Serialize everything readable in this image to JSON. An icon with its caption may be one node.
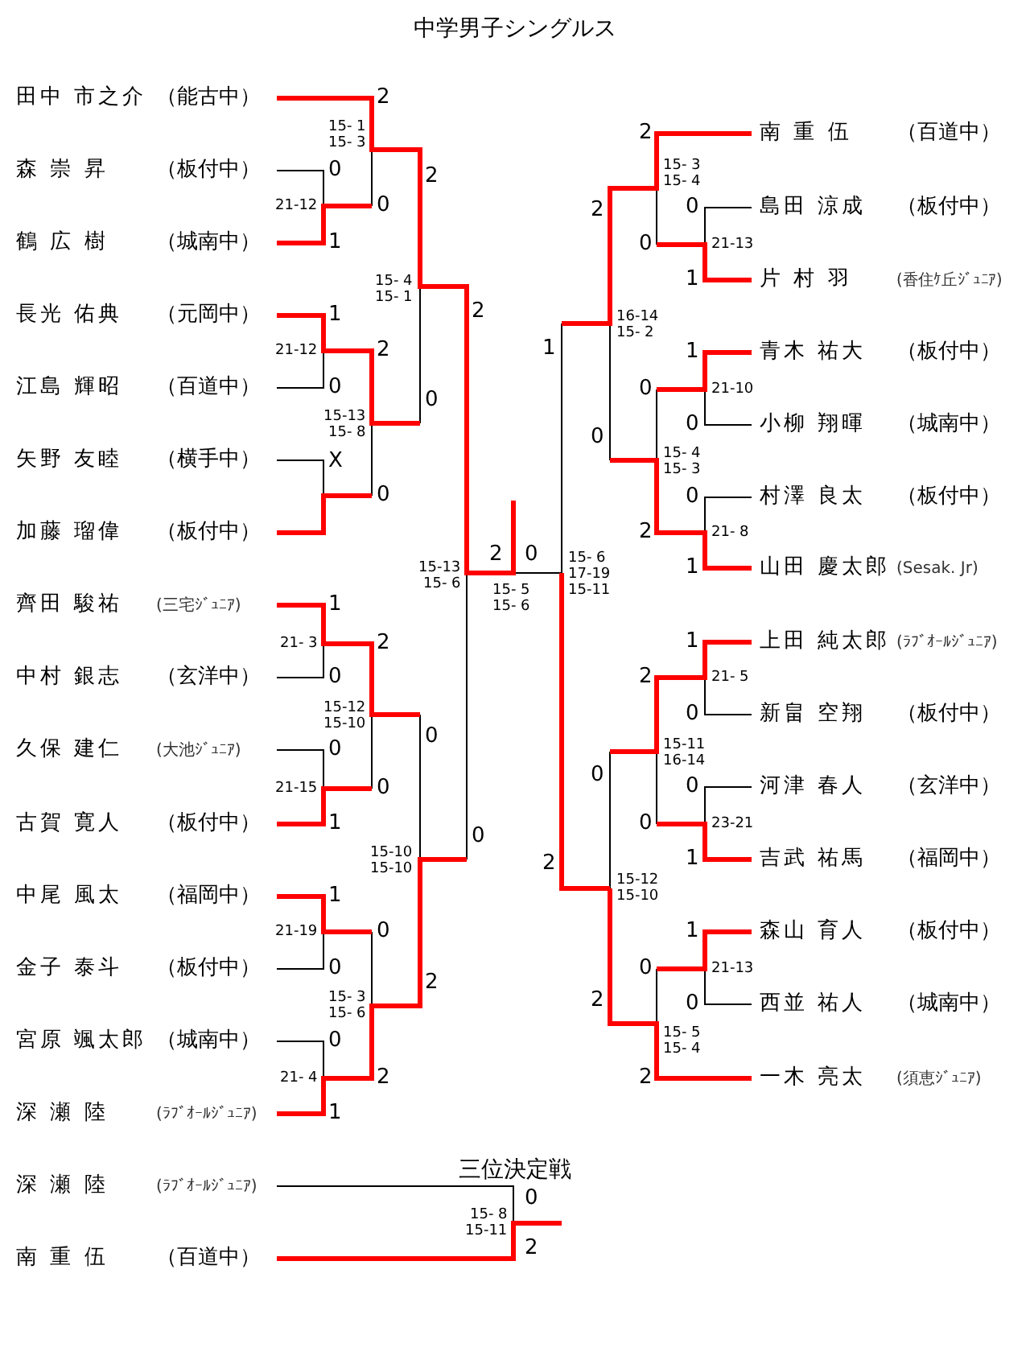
{
  "diagram": {
    "title": "中学男子シングルス",
    "labels": [
      "田中 市之介",
      "（能古中）",
      "森 崇 昇",
      "（板付中）",
      "鶴 広 樹",
      "（城南中）",
      "長光 佑典",
      "（元岡中）",
      "江島 輝昭",
      "（百道中）",
      "矢野 友睦",
      "（横手中）",
      "加藤 瑠偉",
      "（板付中）",
      "齊田 駿祐",
      "(三宅ｼﾞｭﾆｱ)",
      "中村 銀志",
      "（玄洋中）",
      "久保 建仁",
      "(大池ｼﾞｭﾆｱ)",
      "古賀 寛人",
      "（板付中）",
      "中尾 風太",
      "（福岡中）",
      "金子 泰斗",
      "（板付中）",
      "宮原 颯太郎",
      "（城南中）",
      "深 瀬 陸",
      "(ﾗﾌﾞｵｰﾙｼﾞｭﾆｱ)",
      "南 重 伍",
      "（百道中）",
      "島田 涼成",
      "（板付中）",
      "片 村 羽",
      "(香住ｹ丘ｼﾞｭﾆｱ)",
      "青木 祐大",
      "（板付中）",
      "小柳 翔暉",
      "（城南中）",
      "村澤 良太",
      "（板付中）",
      "山田 慶太郎",
      "(Sesak. Jr)",
      "上田 純太郎",
      "(ﾗﾌﾞｵｰﾙｼﾞｭﾆｱ)",
      "新畠 空翔",
      "（板付中）",
      "河津 春人",
      "（玄洋中）",
      "吉武 祐馬",
      "（福岡中）",
      "森山 育人",
      "（板付中）",
      "西並 祐人",
      "（城南中）",
      "一木 亮太",
      "(須恵ｼﾞｭﾆｱ)",
      "三位決定戦",
      "深 瀬 陸",
      "(ﾗﾌﾞｵｰﾙｼﾞｭﾆｱ)",
      "南 重 伍",
      "（百道中）",
      "2",
      "15- 1",
      "15- 3",
      "0",
      "21-12",
      "0",
      "1",
      "2",
      "15- 4",
      "15- 1",
      "1",
      "21-12",
      "2",
      "0",
      "0",
      "15-13",
      "15- 8",
      "X",
      "0",
      "2",
      "15-13",
      "15- 6",
      "1",
      "21- 3",
      "2",
      "0",
      "15-12",
      "15-10",
      "0",
      "0",
      "21-15",
      "0",
      "1",
      "0",
      "15-10",
      "15-10",
      "1",
      "21-19",
      "0",
      "0",
      "2",
      "15- 3",
      "15- 6",
      "0",
      "21- 4",
      "2",
      "1",
      "2",
      "0",
      "15- 5",
      "15- 6",
      "2",
      "15- 3",
      "15- 4",
      "2",
      "0",
      "0",
      "21-13",
      "1",
      "16-14",
      "15- 2",
      "1",
      "1",
      "0",
      "21-10",
      "0",
      "0",
      "15- 4",
      "15- 3",
      "0",
      "2",
      "21- 8",
      "15- 6",
      "17-19",
      "15-11",
      "1",
      "1",
      "2",
      "21- 5",
      "0",
      "15-11",
      "16-14",
      "0",
      "0",
      "0",
      "23-21",
      "2",
      "1",
      "15-12",
      "15-10",
      "1",
      "0",
      "21-13",
      "2",
      "0",
      "15- 5",
      "15- 4",
      "2",
      "0",
      "15- 8",
      "15-11",
      "2"
    ]
  }
}
